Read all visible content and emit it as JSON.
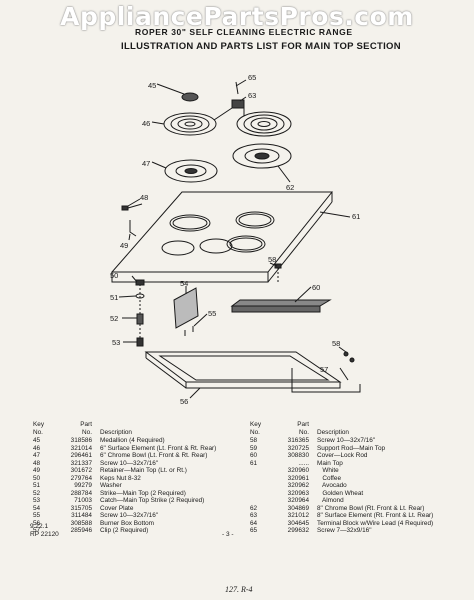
{
  "watermark": "AppliancePartsPros.com",
  "title_line1": "ROPER 30\" SELF CLEANING ELECTRIC RANGE",
  "title_line2": "ILLUSTRATION AND PARTS LIST FOR MAIN TOP SECTION",
  "callouts": [
    "45",
    "65",
    "63",
    "46",
    "62",
    "47",
    "48",
    "61",
    "49",
    "58",
    "50",
    "60",
    "54",
    "51",
    "55",
    "52",
    "53",
    "59",
    "57",
    "56"
  ],
  "headers": {
    "key": "Key",
    "no": "No.",
    "part": "Part",
    "description": "Description"
  },
  "parts_left": [
    {
      "key": "45",
      "part": "318586",
      "desc": "Medallion (4 Required)"
    },
    {
      "key": "46",
      "part": "321014",
      "desc": "6\" Surface Element (Lt. Front & Rt. Rear)"
    },
    {
      "key": "47",
      "part": "296461",
      "desc": "6\" Chrome Bowl (Lt. Front & Rt. Rear)"
    },
    {
      "key": "48",
      "part": "321337",
      "desc": "Screw 10—32x7/16\""
    },
    {
      "key": "49",
      "part": "301672",
      "desc": "Retainer—Main Top (Lt. or Rt.)"
    },
    {
      "key": "50",
      "part": "279764",
      "desc": "Keps Nut 8-32"
    },
    {
      "key": "51",
      "part": "99279",
      "desc": "Washer"
    },
    {
      "key": "52",
      "part": "288784",
      "desc": "Strike—Main Top (2 Required)"
    },
    {
      "key": "53",
      "part": "71003",
      "desc": "Catch—Main Top Strike (2 Required)"
    },
    {
      "key": "54",
      "part": "315705",
      "desc": "Cover Plate"
    },
    {
      "key": "55",
      "part": "311484",
      "desc": "Screw 10—32x7/16\""
    },
    {
      "key": "56",
      "part": "308588",
      "desc": "Burner Box Bottom"
    },
    {
      "key": "57",
      "part": "285946",
      "desc": "Clip (2 Required)"
    }
  ],
  "parts_right": [
    {
      "key": "58",
      "part": "316365",
      "desc": "Screw 10—32x7/16\""
    },
    {
      "key": "59",
      "part": "320725",
      "desc": "Support Rod—Main Top"
    },
    {
      "key": "60",
      "part": "308830",
      "desc": "Cover—Lock Rod"
    },
    {
      "key": "61",
      "part": "......",
      "desc": "Main Top"
    },
    {
      "key": "",
      "part": "320960",
      "desc": "   White"
    },
    {
      "key": "",
      "part": "320961",
      "desc": "   Coffee"
    },
    {
      "key": "",
      "part": "320962",
      "desc": "   Avocado"
    },
    {
      "key": "",
      "part": "320963",
      "desc": "   Golden Wheat"
    },
    {
      "key": "",
      "part": "320964",
      "desc": "   Almond"
    },
    {
      "key": "62",
      "part": "304869",
      "desc": "8\" Chrome Bowl (Rt. Front & Lt. Rear)"
    },
    {
      "key": "63",
      "part": "321012",
      "desc": "8\" Surface Element (Rt. Front & Lt. Rear)"
    },
    {
      "key": "64",
      "part": "304645",
      "desc": "Terminal Block w/Wire Lead (4 Required)"
    },
    {
      "key": "65",
      "part": "299632",
      "desc": "Screw 7—32x9/16\""
    }
  ],
  "footer_date": "9.22.1",
  "footer_code": "RP 22120",
  "page_number": "- 3 -",
  "signature": "127. R-4"
}
